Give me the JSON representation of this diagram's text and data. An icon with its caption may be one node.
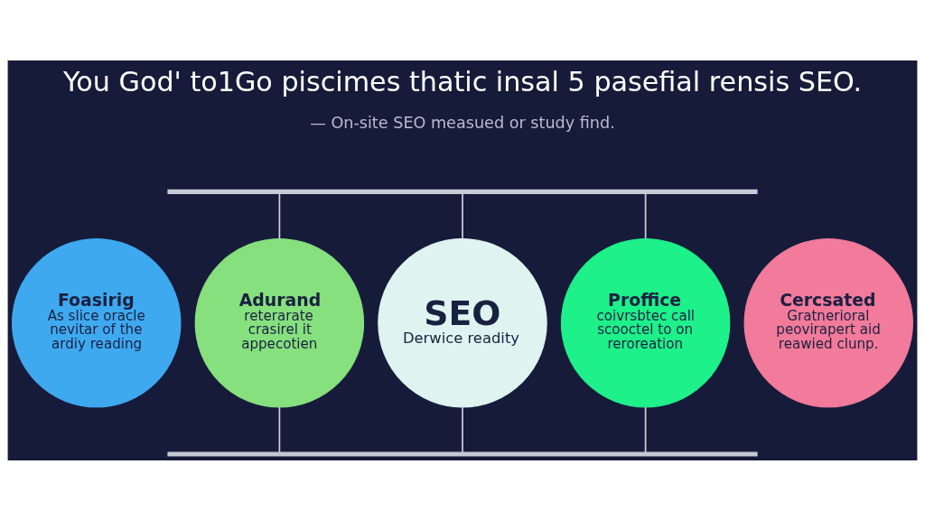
{
  "diagram": {
    "title": "You God' to1Go piscimes thatic insal 5 pasefial rensis SEO.",
    "nodes": [
      {
        "text": [],
        "shape": "bar"
      },
      {
        "text": [
          "Foasirig",
          "As slice oracle nevitar of the ardiy reading"
        ]
      },
      {
        "text": [
          "Adurand",
          "reterarate crasirel it appecotien"
        ]
      },
      {
        "text": [
          "SEO",
          "Derwice readity"
        ]
      },
      {
        "text": [
          "Proffice",
          "coivrsbtec call scooctel to on reroreation"
        ]
      },
      {
        "text": [
          "Cercsated",
          "Gratnerioral peovirapert aid reawied clunp."
        ]
      },
      {
        "text": [],
        "shape": "bar"
      }
    ],
    "edges": [
      {
        "from": 0,
        "to": 2,
        "arrow": "none"
      },
      {
        "from": 0,
        "to": 3,
        "arrow": "none"
      },
      {
        "from": 0,
        "to": 4,
        "arrow": "none"
      },
      {
        "from": 2,
        "to": 6,
        "arrow": "none"
      },
      {
        "from": 3,
        "to": 6,
        "arrow": "none"
      },
      {
        "from": 4,
        "to": 6,
        "arrow": "none"
      }
    ],
    "labels": [
      "— On-site SEO measued or study find."
    ]
  }
}
